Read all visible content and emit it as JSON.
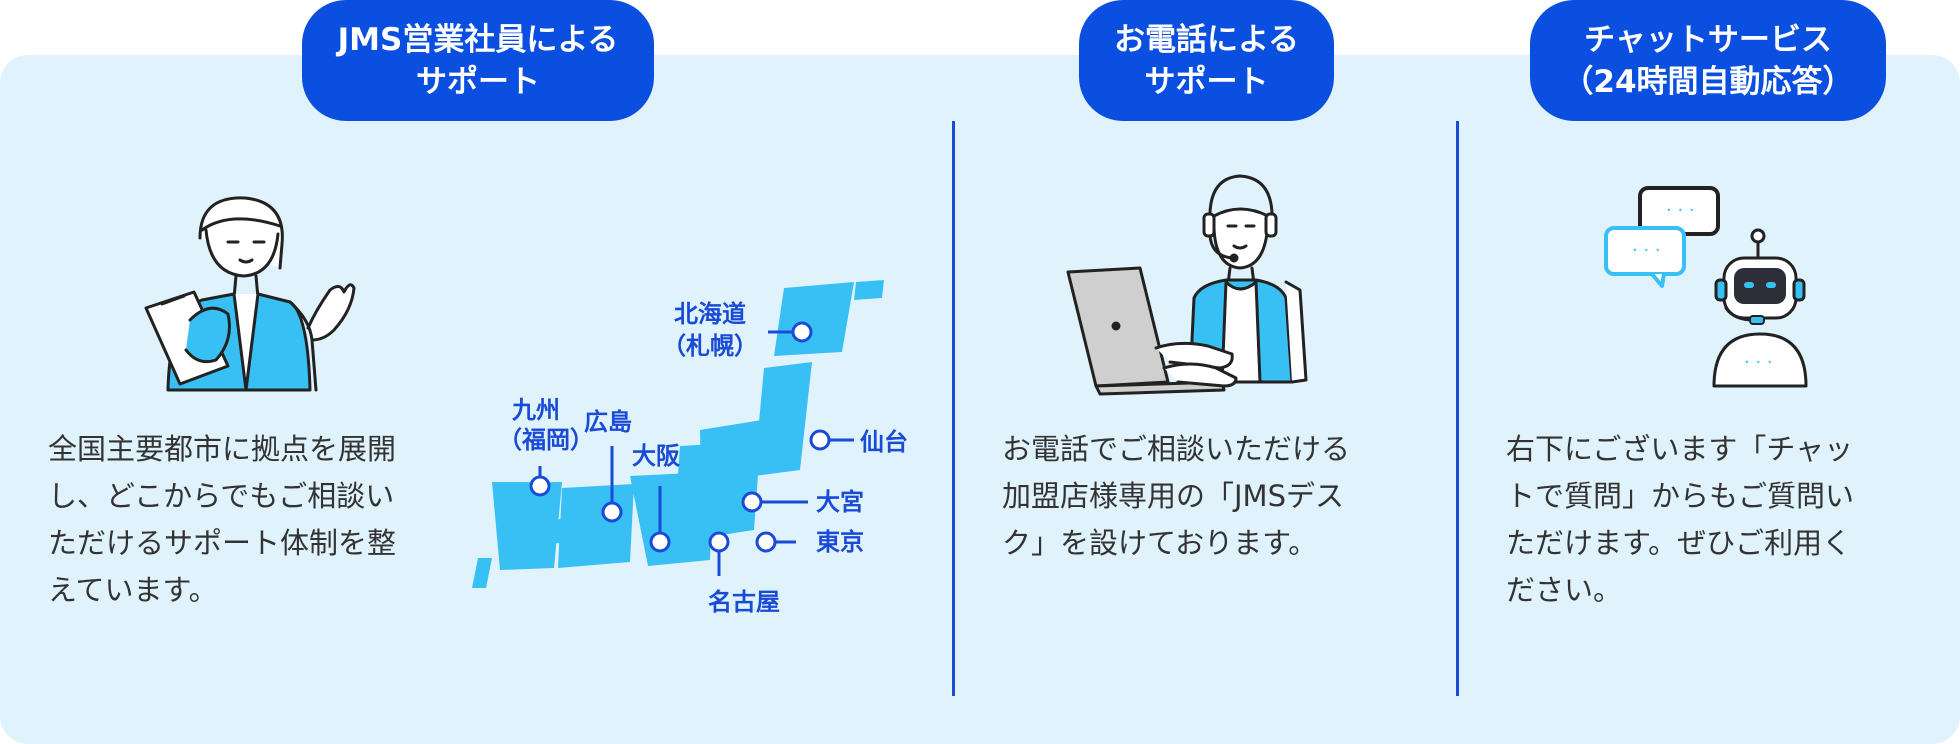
{
  "columns": [
    {
      "badge_line1": "JMS営業社員による",
      "badge_line2": "サポート",
      "description": "全国主要都市に拠点を展開\nし、どこからでもご相談い\nただけるサポート体制を整\nえています。",
      "illustration": "woman-clipboard-icon"
    },
    {
      "badge_line1": "お電話による",
      "badge_line2": "サポート",
      "description": "お電話でご相談いただける\n加盟店様専用の「JMSデス\nク」を設けております。",
      "illustration": "headset-laptop-operator-icon"
    },
    {
      "badge_line1": "チャットサービス",
      "badge_line2": "（24時間自動応答）",
      "description": "右下にございます「チャッ\nトで質問」からもご質問い\nただけます。ぜひご利用く\nださい。",
      "illustration": "chat-robot-icon"
    }
  ],
  "map": {
    "locations": [
      {
        "label": "北海道",
        "label2": "（札幌）"
      },
      {
        "label": "九州",
        "label2": "（福岡）"
      },
      {
        "label": "広島"
      },
      {
        "label": "大阪"
      },
      {
        "label": "仙台"
      },
      {
        "label": "大宮"
      },
      {
        "label": "東京"
      },
      {
        "label": "名古屋"
      }
    ]
  },
  "colors": {
    "badge": "#0a4fe0",
    "panel": "#e0f3fd",
    "map_fill": "#38c0f5",
    "map_accent": "#1a4bd6"
  }
}
